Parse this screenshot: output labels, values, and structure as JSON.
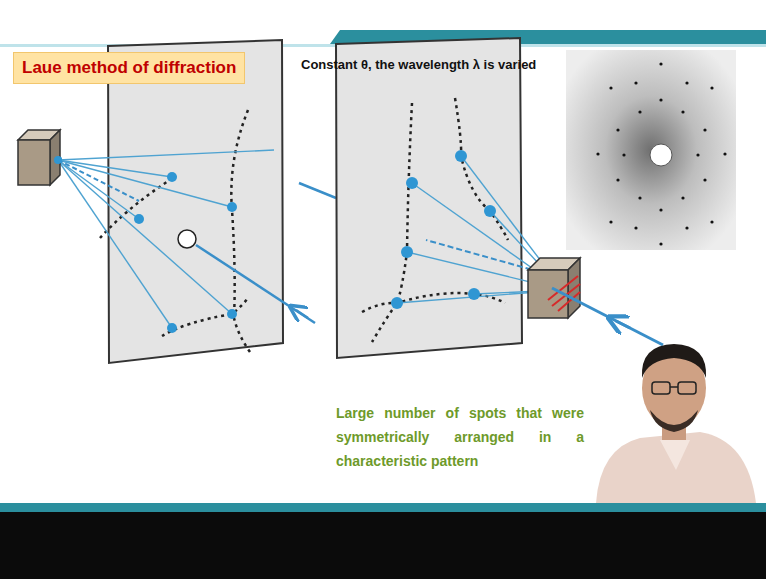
{
  "diagram": {
    "title": "Laue method of diffraction",
    "labels": [
      "Constant θ, the wavelength λ is varied",
      "Large number of spots that were symmetrically arranged in a characteristic pattern"
    ]
  }
}
